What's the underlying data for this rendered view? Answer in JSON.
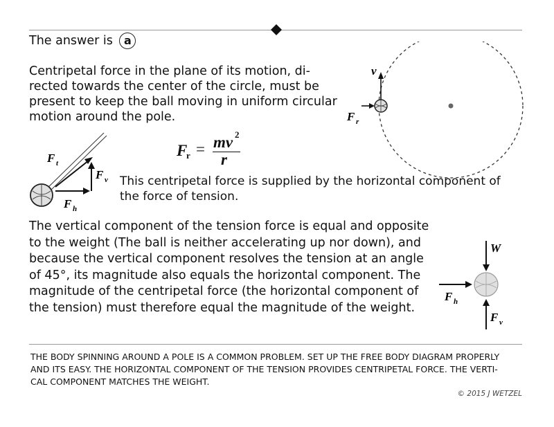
{
  "answer": {
    "prefix": "The answer is",
    "letter": "a"
  },
  "para1": [
    "Centripetal force in the plane of its motion, di-",
    "rected towards the center of the circle, must be",
    "present to keep the ball moving in uniform circular",
    "motion around the pole."
  ],
  "formula": {
    "lhs": "F",
    "lhs_sub": "r",
    "num": "mv",
    "num_sup": "2",
    "den": "r"
  },
  "para2": [
    "This centripetal force is supplied by the horizontal component of",
    "the force of tension."
  ],
  "para3": [
    "The vertical component of the tension force is equal and opposite",
    "to the weight (The ball is neither accelerating up nor down), and",
    "because the vertical component resolves the tension at an angle",
    "of 45°, its magnitude also equals the horizontal component.  The",
    "magnitude of the centripetal force (the horizontal component of",
    "the tension) must therefore equal the magnitude of the weight."
  ],
  "caption": [
    "THE BODY SPINNING AROUND A POLE IS A COMMON PROBLEM.  SET UP THE FREE BODY DIAGRAM PROPERLY",
    "AND ITS EASY.  THE HORIZONTAL COMPONENT OF THE TENSION PROVIDES CENTRIPETAL FORCE.  THE VERTI-",
    "CAL COMPONENT MATCHES THE WEIGHT."
  ],
  "copyright": "© 2015 J WETZEL",
  "diagram_circle": {
    "v": "v",
    "F": "F",
    "F_sub": "r"
  },
  "diagram_tension": {
    "Ft": "F",
    "Ft_sub": "t",
    "Fv": "F",
    "Fv_sub": "v",
    "Fh": "F",
    "Fh_sub": "h"
  },
  "diagram_fbd": {
    "W": "W",
    "Fh": "F",
    "Fh_sub": "h",
    "Fv": "F",
    "Fv_sub": "v"
  }
}
